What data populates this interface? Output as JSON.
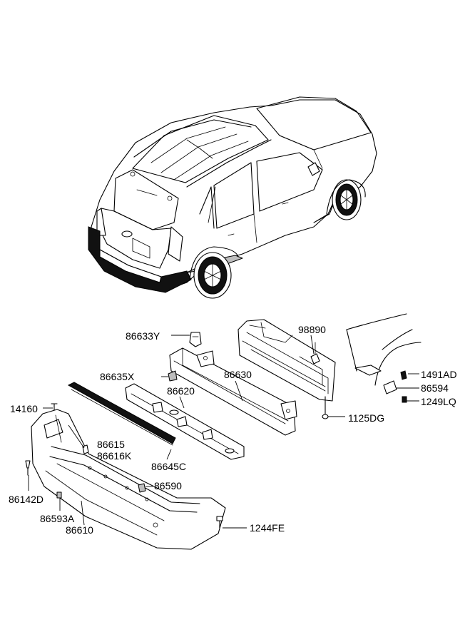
{
  "diagram": {
    "labels": {
      "p86633Y": "86633Y",
      "p98890": "98890",
      "p86635X": "86635X",
      "p86630": "86630",
      "p1491AD": "1491AD",
      "p86594": "86594",
      "p1249LQ": "1249LQ",
      "p86620": "86620",
      "p1125DG": "1125DG",
      "p14160": "14160",
      "p86615": "86615",
      "p86616K": "86616K",
      "p86645C": "86645C",
      "p86590": "86590",
      "p86142D": "86142D",
      "p86593A": "86593A",
      "p86610": "86610",
      "p1244FE": "1244FE"
    }
  }
}
